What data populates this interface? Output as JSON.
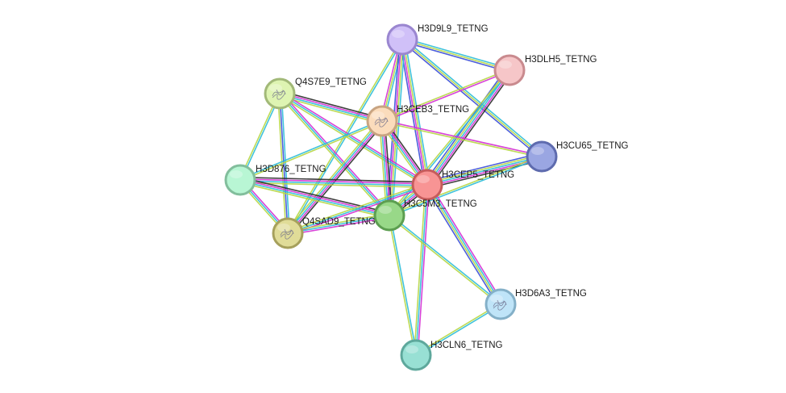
{
  "network": {
    "nodes": [
      {
        "id": "H3D9L9_TETNG",
        "label": "H3D9L9_TETNG",
        "fill": "#d0c0f8",
        "stroke": "#9a86d0"
      },
      {
        "id": "H3DLH5_TETNG",
        "label": "H3DLH5_TETNG",
        "fill": "#f6c6c8",
        "stroke": "#c98a8e"
      },
      {
        "id": "Q4S7E9_TETNG",
        "label": "Q4S7E9_TETNG",
        "fill": "#def4b2",
        "stroke": "#a2b978",
        "has_structure": true
      },
      {
        "id": "H3CEB3_TETNG",
        "label": "H3CEB3_TETNG",
        "fill": "#fbdcbc",
        "stroke": "#c8a482",
        "has_structure": true
      },
      {
        "id": "H3CU65_TETNG",
        "label": "H3CU65_TETNG",
        "fill": "#9aa6e2",
        "stroke": "#5e6bae"
      },
      {
        "id": "H3D876_TETNG",
        "label": "H3D876_TETNG",
        "fill": "#b8f6d4",
        "stroke": "#82be9c"
      },
      {
        "id": "H3CEP5_TETNG",
        "label": "H3CEP5_TETNG",
        "fill": "#f89494",
        "stroke": "#c65c5c"
      },
      {
        "id": "H3C5M3_TETNG",
        "label": "H3C5M3_TETNG",
        "fill": "#98d888",
        "stroke": "#5c9e50"
      },
      {
        "id": "Q4SAD9_TETNG",
        "label": "Q4SAD9_TETNG",
        "fill": "#e0dc98",
        "stroke": "#a6a05c",
        "has_structure": true
      },
      {
        "id": "H3D6A3_TETNG",
        "label": "H3D6A3_TETNG",
        "fill": "#bfe4f8",
        "stroke": "#84b0c8",
        "has_structure": true
      },
      {
        "id": "H3CLN6_TETNG",
        "label": "H3CLN6_TETNG",
        "fill": "#98e0d4",
        "stroke": "#5ea89c"
      }
    ],
    "edges": [
      {
        "source": "H3D9L9_TETNG",
        "target": "H3DLH5_TETNG",
        "evidence": [
          "cyan",
          "olive",
          "blue"
        ]
      },
      {
        "source": "H3D9L9_TETNG",
        "target": "H3CU65_TETNG",
        "evidence": [
          "cyan",
          "olive",
          "blue"
        ]
      },
      {
        "source": "H3D9L9_TETNG",
        "target": "H3CEB3_TETNG",
        "evidence": [
          "cyan",
          "olive",
          "magenta"
        ]
      },
      {
        "source": "H3D9L9_TETNG",
        "target": "H3CEP5_TETNG",
        "evidence": [
          "cyan",
          "olive",
          "magenta",
          "blue"
        ]
      },
      {
        "source": "H3D9L9_TETNG",
        "target": "H3C5M3_TETNG",
        "evidence": [
          "cyan",
          "olive",
          "magenta",
          "blue"
        ]
      },
      {
        "source": "H3D9L9_TETNG",
        "target": "Q4SAD9_TETNG",
        "evidence": [
          "cyan",
          "olive"
        ]
      },
      {
        "source": "H3DLH5_TETNG",
        "target": "H3CEB3_TETNG",
        "evidence": [
          "magenta",
          "olive"
        ]
      },
      {
        "source": "H3DLH5_TETNG",
        "target": "H3CEP5_TETNG",
        "evidence": [
          "black",
          "magenta",
          "cyan",
          "olive",
          "blue"
        ]
      },
      {
        "source": "H3DLH5_TETNG",
        "target": "H3C5M3_TETNG",
        "evidence": [
          "cyan",
          "olive"
        ]
      },
      {
        "source": "Q4S7E9_TETNG",
        "target": "H3CEB3_TETNG",
        "evidence": [
          "black",
          "magenta",
          "cyan",
          "olive"
        ]
      },
      {
        "source": "Q4S7E9_TETNG",
        "target": "H3D876_TETNG",
        "evidence": [
          "cyan",
          "olive"
        ]
      },
      {
        "source": "Q4S7E9_TETNG",
        "target": "Q4SAD9_TETNG",
        "evidence": [
          "cyan",
          "blue",
          "olive"
        ]
      },
      {
        "source": "Q4S7E9_TETNG",
        "target": "H3CEP5_TETNG",
        "evidence": [
          "magenta",
          "cyan",
          "olive"
        ]
      },
      {
        "source": "Q4S7E9_TETNG",
        "target": "H3C5M3_TETNG",
        "evidence": [
          "magenta",
          "cyan",
          "olive"
        ]
      },
      {
        "source": "H3CEB3_TETNG",
        "target": "H3CU65_TETNG",
        "evidence": [
          "magenta",
          "olive"
        ]
      },
      {
        "source": "H3CEB3_TETNG",
        "target": "H3D876_TETNG",
        "evidence": [
          "olive",
          "cyan"
        ]
      },
      {
        "source": "H3CEB3_TETNG",
        "target": "H3CEP5_TETNG",
        "evidence": [
          "black",
          "magenta",
          "cyan",
          "olive"
        ]
      },
      {
        "source": "H3CEB3_TETNG",
        "target": "H3C5M3_TETNG",
        "evidence": [
          "black",
          "magenta",
          "cyan",
          "olive"
        ]
      },
      {
        "source": "H3CEB3_TETNG",
        "target": "Q4SAD9_TETNG",
        "evidence": [
          "black",
          "magenta",
          "cyan",
          "olive"
        ]
      },
      {
        "source": "H3CU65_TETNG",
        "target": "H3CEP5_TETNG",
        "evidence": [
          "black",
          "magenta",
          "cyan",
          "olive",
          "blue"
        ]
      },
      {
        "source": "H3CU65_TETNG",
        "target": "H3C5M3_TETNG",
        "evidence": [
          "cyan",
          "olive"
        ]
      },
      {
        "source": "H3D876_TETNG",
        "target": "H3CEP5_TETNG",
        "evidence": [
          "black",
          "magenta",
          "cyan",
          "olive"
        ]
      },
      {
        "source": "H3D876_TETNG",
        "target": "H3C5M3_TETNG",
        "evidence": [
          "black",
          "magenta",
          "cyan",
          "olive"
        ]
      },
      {
        "source": "H3D876_TETNG",
        "target": "Q4SAD9_TETNG",
        "evidence": [
          "magenta",
          "cyan",
          "olive"
        ]
      },
      {
        "source": "H3CEP5_TETNG",
        "target": "H3C5M3_TETNG",
        "evidence": [
          "black",
          "magenta",
          "cyan",
          "olive"
        ]
      },
      {
        "source": "H3CEP5_TETNG",
        "target": "Q4SAD9_TETNG",
        "evidence": [
          "magenta",
          "cyan",
          "olive"
        ]
      },
      {
        "source": "H3CEP5_TETNG",
        "target": "H3D6A3_TETNG",
        "evidence": [
          "magenta",
          "cyan",
          "olive",
          "blue"
        ]
      },
      {
        "source": "H3CEP5_TETNG",
        "target": "H3CLN6_TETNG",
        "evidence": [
          "magenta",
          "cyan",
          "olive"
        ]
      },
      {
        "source": "H3C5M3_TETNG",
        "target": "Q4SAD9_TETNG",
        "evidence": [
          "magenta",
          "cyan",
          "olive"
        ]
      },
      {
        "source": "H3C5M3_TETNG",
        "target": "H3D6A3_TETNG",
        "evidence": [
          "cyan",
          "olive"
        ]
      },
      {
        "source": "H3C5M3_TETNG",
        "target": "H3CLN6_TETNG",
        "evidence": [
          "cyan",
          "olive"
        ]
      },
      {
        "source": "H3D6A3_TETNG",
        "target": "H3CLN6_TETNG",
        "evidence": [
          "cyan",
          "olive"
        ]
      }
    ],
    "evidence_colors": {
      "black": "#2a2a2a",
      "magenta": "#d42fd4",
      "cyan": "#2cbcd8",
      "olive": "#b6d644",
      "blue": "#3a4ed8"
    }
  }
}
